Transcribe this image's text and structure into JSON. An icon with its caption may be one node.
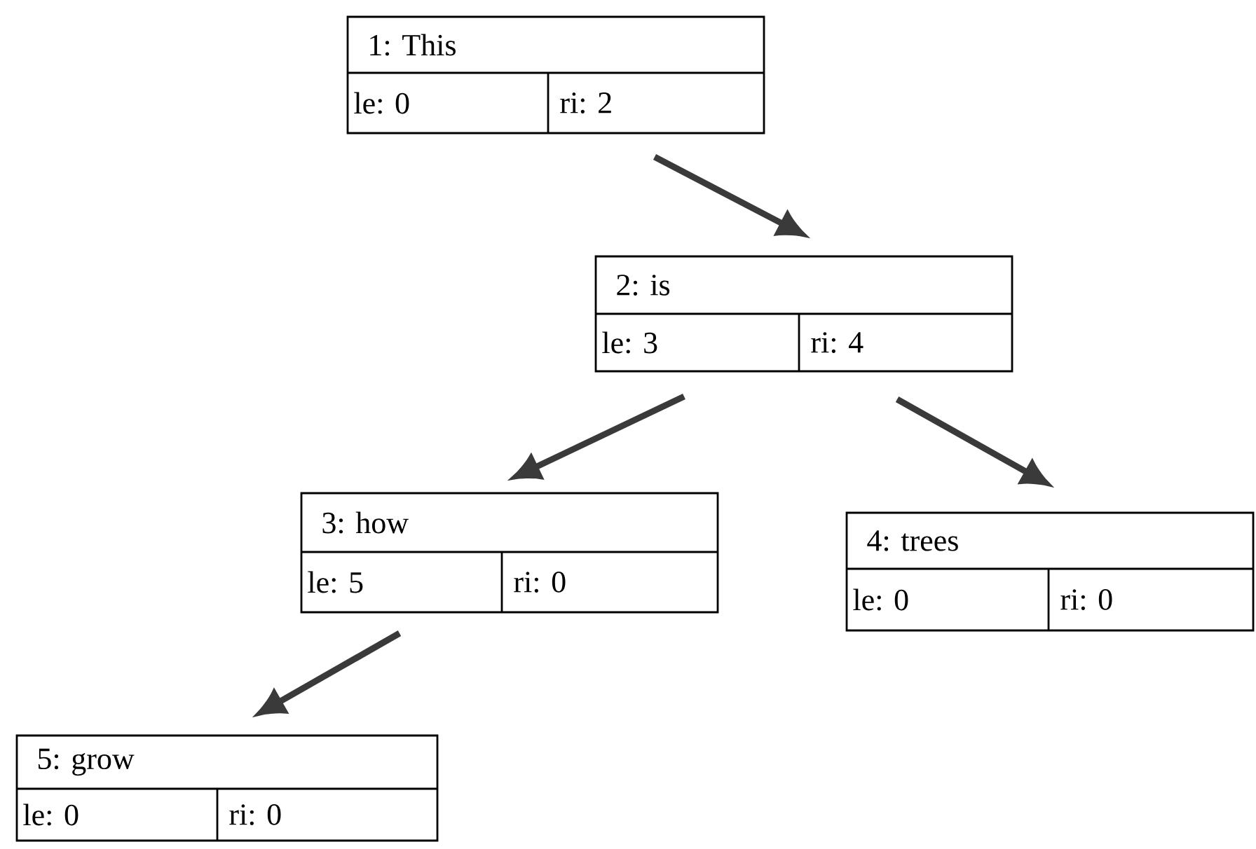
{
  "diagram": {
    "nodes": [
      {
        "text": [
          "1: This",
          "le: 0",
          "ri: 2"
        ]
      },
      {
        "text": [
          "2: is",
          "le: 3",
          "ri: 4"
        ]
      },
      {
        "text": [
          "3: how",
          "le: 5",
          "ri: 0"
        ]
      },
      {
        "text": [
          "4: trees",
          "le: 0",
          "ri: 0"
        ]
      },
      {
        "text": [
          "5: grow",
          "le: 0",
          "ri: 0"
        ]
      }
    ],
    "edges": [
      {
        "from": 0,
        "to": 1,
        "arrow": "to"
      },
      {
        "from": 1,
        "to": 2,
        "arrow": "to"
      },
      {
        "from": 1,
        "to": 3,
        "arrow": "to"
      },
      {
        "from": 2,
        "to": 4,
        "arrow": "to"
      }
    ]
  }
}
